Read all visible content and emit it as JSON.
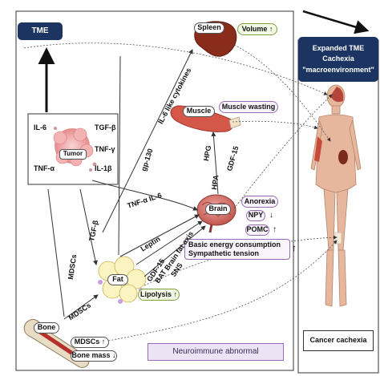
{
  "tme_label": "TME",
  "expanded_tme": {
    "title": "Expanded TME",
    "line1": "Cachexia",
    "line2": "\"macroenvironment\""
  },
  "tumor_box": {
    "center": "Tumor",
    "cytokines": [
      "IL-6",
      "TGF-β",
      "TNF-γ",
      "TNF-α",
      "IL-1β"
    ]
  },
  "organs": {
    "spleen": "Spleen",
    "muscle": "Muscle",
    "brain": "Brain",
    "fat": "Fat",
    "bone": "Bone"
  },
  "effects": {
    "volume": "Volume",
    "muscle_wasting": "Muscle wasting",
    "anorexia": "Anorexia",
    "npy": "NPY",
    "pomc": "POMC",
    "energy_line1": "Basic energy consumption",
    "energy_line2": "Sympathetic tension",
    "lipolysis": "Lipolysis",
    "mdscs_bone": "MDSCs",
    "bone_mass": "Bone mass"
  },
  "arrows": {
    "up": "↑",
    "down": "↓"
  },
  "pathway_labels": {
    "il6_like": "IL-6 like cytokines",
    "gp130": "gp-130",
    "hpg": "HPG",
    "gdf15_muscle": "GDF-15",
    "hpa": "HPA",
    "tnfa_il6": "TNF-α  IL-6",
    "tgfb": "TGF-β",
    "mdscs_left": "MDSCs",
    "leptin": "Leptin",
    "brain_fat_axis": "Brain fat axis",
    "gdf15_fat": "GDF-15",
    "sns": "SNS",
    "bat": "BAT",
    "mdscs_fat": "MDSCs"
  },
  "neuroimmune": "Neuroimmune abnormal",
  "cancer_cachexia": "Cancer cachexia",
  "colors": {
    "navy": "#1c3461",
    "green_border": "#7fa03c",
    "purple_border": "#9a6cb8",
    "neuro_fill": "#ece3f5"
  }
}
